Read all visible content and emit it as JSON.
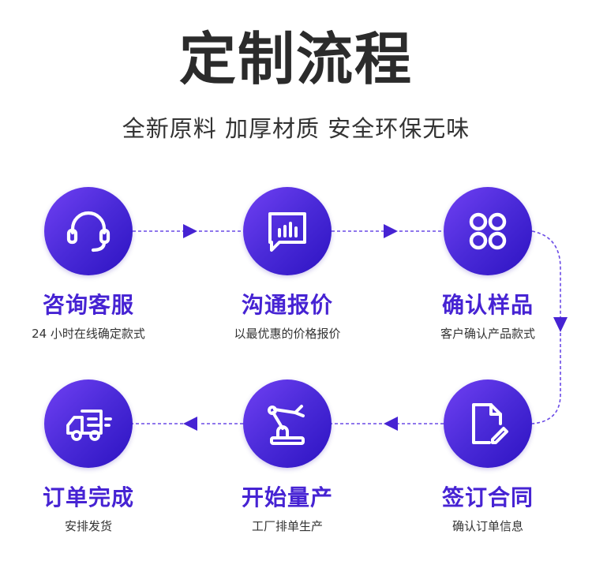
{
  "header": {
    "title": "定制流程",
    "subtitle": "全新原料 加厚材质 安全环保无味"
  },
  "steps": [
    {
      "title": "咨询客服",
      "desc": "24 小时在线确定款式",
      "icon": "headset-icon"
    },
    {
      "title": "沟通报价",
      "desc": "以最优惠的价格报价",
      "icon": "chart-chat-icon"
    },
    {
      "title": "确认样品",
      "desc": "客户确认产品款式",
      "icon": "four-circles-icon"
    },
    {
      "title": "签订合同",
      "desc": "确认订单信息",
      "icon": "document-edit-icon"
    },
    {
      "title": "开始量产",
      "desc": "工厂排单生产",
      "icon": "robot-arm-icon"
    },
    {
      "title": "订单完成",
      "desc": "安排发货",
      "icon": "delivery-truck-icon"
    }
  ],
  "colors": {
    "accent": "#4623d3",
    "gradient_start": "#7040f3",
    "gradient_end": "#2d13c2",
    "title_text": "#2b2b2b"
  }
}
